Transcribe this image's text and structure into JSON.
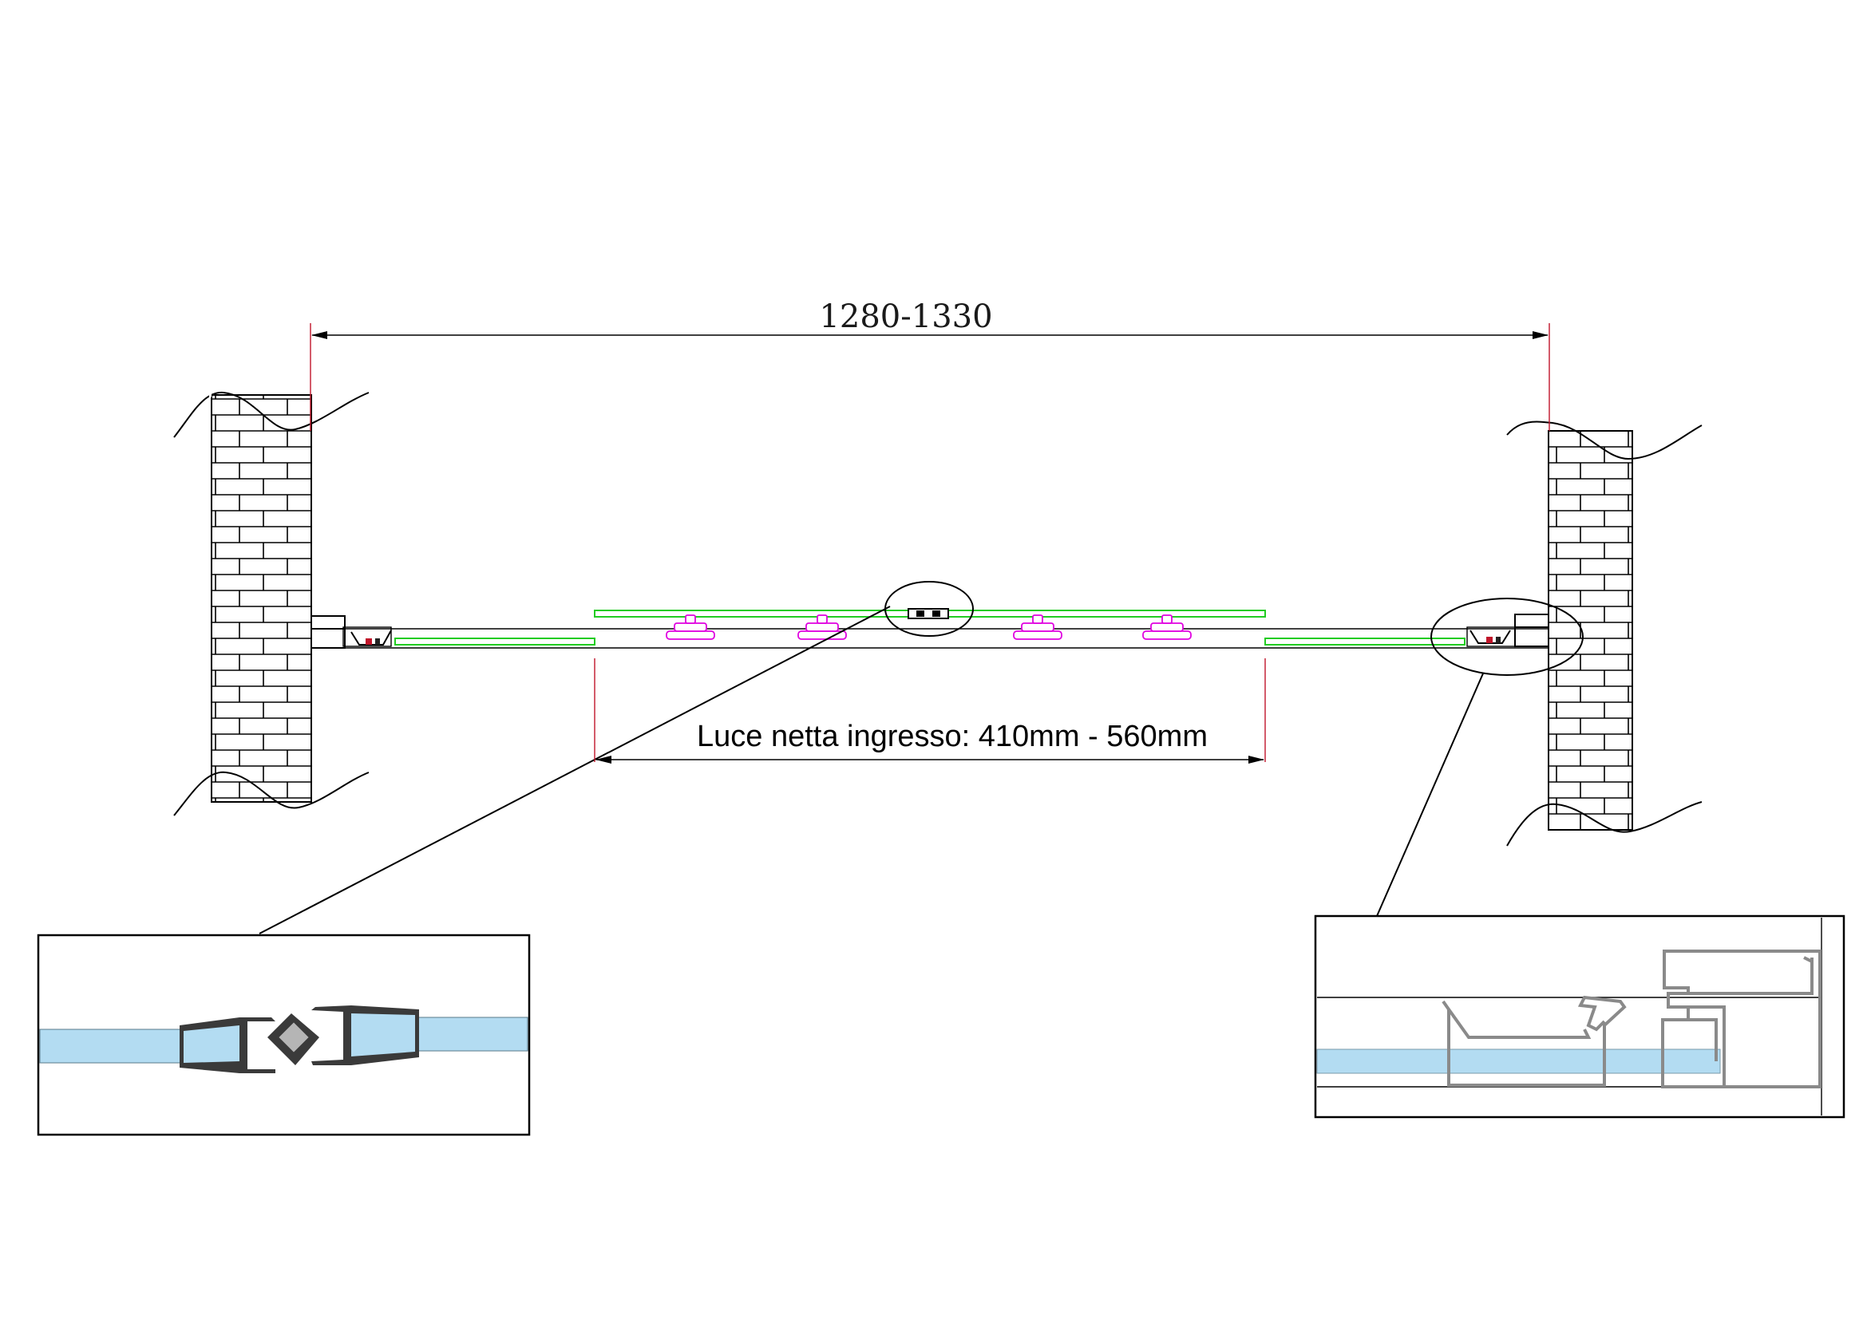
{
  "dimensions": {
    "overall": "1280-1330",
    "opening": "Luce netta ingresso: 410mm - 560mm"
  },
  "colors": {
    "dimension_line": "#000000",
    "extension_line": "#c0152a",
    "sliding_panel": "#22cc22",
    "roller": "#e000e0",
    "glass": "#b3dcf2",
    "profile": "#8a8a8a",
    "magnetic_seal": "#3a3a3a"
  },
  "details": {
    "left": "magnetic-seal-detail",
    "right": "wall-profile-detail"
  }
}
